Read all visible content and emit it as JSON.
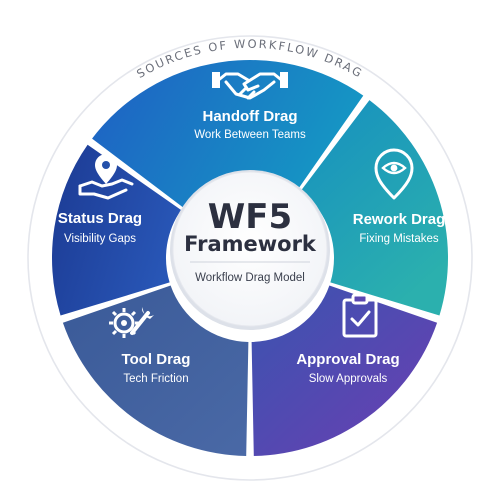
{
  "ring_title": "SOURCES OF WORKFLOW DRAG",
  "center": {
    "title": "WF5",
    "subtitle": "Framework",
    "tagline": "Workflow Drag Model"
  },
  "segments": [
    {
      "id": "handoff",
      "title": "Handoff Drag",
      "subtitle": "Work Between Teams",
      "icon": "handshake-icon",
      "color_start": "#1f63c6",
      "color_end": "#1597c6"
    },
    {
      "id": "rework",
      "title": "Rework Drag",
      "subtitle": "Fixing Mistakes",
      "icon": "eye-pin-icon",
      "color_start": "#1894be",
      "color_end": "#2ab0b2"
    },
    {
      "id": "approval",
      "title": "Approval Drag",
      "subtitle": "Slow Approvals",
      "icon": "clipboard-check-icon",
      "color_start": "#3c4fae",
      "color_end": "#6a3fb0"
    },
    {
      "id": "tool",
      "title": "Tool Drag",
      "subtitle": "Tech Friction",
      "icon": "gear-wrench-icon",
      "color_start": "#3c5c9a",
      "color_end": "#4a6aa6"
    },
    {
      "id": "status",
      "title": "Status Drag",
      "subtitle": "Visibility Gaps",
      "icon": "hand-pin-icon",
      "color_start": "#1e3f98",
      "color_end": "#2757b8"
    }
  ]
}
